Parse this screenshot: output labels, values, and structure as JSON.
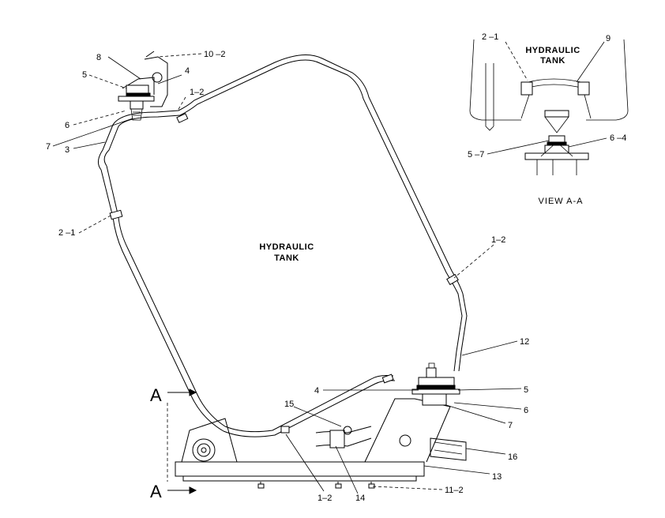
{
  "main_label": {
    "line1": "HYDRAULIC",
    "line2": "TANK"
  },
  "inset": {
    "label_line1": "HYDRAULIC",
    "label_line2": "TANK",
    "view_title": "VIEW A-A",
    "callouts": {
      "c21": "2 –1",
      "c9": "9",
      "c57": "5 –7",
      "c64": "6 –4"
    }
  },
  "section_marker": {
    "top": "A",
    "bottom": "A"
  },
  "callouts": {
    "c8": "8",
    "c102": "10 –2",
    "c5a": "5",
    "c4a": "4",
    "c12a": "1–2",
    "c6a": "6",
    "c7a": "7",
    "c3": "3",
    "c21": "2 –1",
    "c12b": "1–2",
    "c12": "12",
    "c4b": "4",
    "c5b": "5",
    "c6b": "6",
    "c7b": "7",
    "c15": "15",
    "c16": "16",
    "c13": "13",
    "c12c": "1–2",
    "c14": "14",
    "c112": "11–2"
  }
}
